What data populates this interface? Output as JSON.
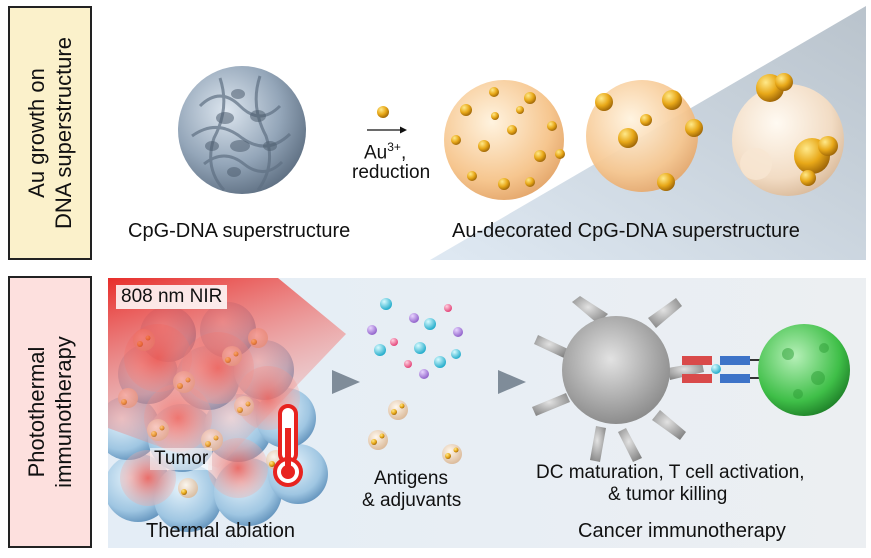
{
  "section_top": {
    "side_label_line1": "Au growth on",
    "side_label_line2": "DNA superstructure",
    "left_caption": "CpG-DNA superstructure",
    "arrow_label_line1": "Au",
    "arrow_label_sup": "3+",
    "arrow_label_comma": ",",
    "arrow_label_line2": "reduction",
    "right_caption": "Au-decorated CpG-DNA superstructure"
  },
  "section_bottom": {
    "side_label_line1": "Photothermal",
    "side_label_line2": "immunotherapy",
    "nir_label": "808 nm NIR",
    "tumor_label": "Tumor",
    "ablation_caption": "Thermal ablation",
    "antigens_line1": "Antigens",
    "antigens_line2": "& adjuvants",
    "dc_line1": "DC maturation, T cell activation,",
    "dc_line2": "& tumor killing",
    "immuno_caption": "Cancer immunotherapy"
  },
  "colors": {
    "top_label_bg": "#fbf1cb",
    "bottom_label_bg": "#fde0de",
    "gold": "#e2a21a",
    "dna_blue": "#8d9fb3",
    "nir_red": "#e8231f",
    "tcell_green": "#33b340",
    "dc_gray": "#8e8e8e"
  },
  "icons": [
    "thermometer-icon",
    "arrow-right-icon",
    "chevron-right-icon"
  ]
}
